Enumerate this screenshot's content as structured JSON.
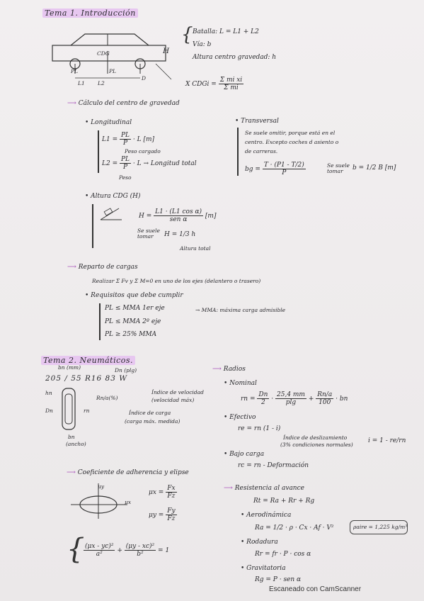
{
  "tema1": {
    "title": "Tema 1. Introducción",
    "car_labels": {
      "cdg": "CDG",
      "h": "H",
      "pl1": "PL",
      "pl2": "PL",
      "l1": "L1",
      "l2": "L2",
      "d": "D"
    },
    "defs": [
      "Batalla: L = L1 + L2",
      "Vía: b",
      "Altura centro gravedad: h"
    ],
    "xcdg_lhs": "X CDGi =",
    "xcdg_num": "Σ mi xi",
    "xcdg_den": "Σ mi",
    "calculo": "Cálculo del centro de gravedad",
    "longitudinal": {
      "label": "• Longitudinal",
      "l1_lhs": "L1 =",
      "l1_num": "PL",
      "l1_den": "P",
      "l1_rhs": "· L [m]",
      "l2_lhs": "L2 =",
      "l2_num": "PL",
      "l2_den": "P",
      "l2_rhs": "· L → Longitud total",
      "note_peso_cargado": "Peso cargado",
      "note_peso": "Peso"
    },
    "transversal": {
      "label": "• Transversal",
      "note": [
        "Se suele omitir, porque está en el",
        "centro. Excepto coches d asiento o",
        "de carreras."
      ],
      "formula_lhs": "bg =",
      "formula_num": "T · (P1 - T/2)",
      "formula_den": "P",
      "se_suele": "Se suele tomar",
      "result": "b = 1/2 B [m]"
    },
    "altura": {
      "label": "• Altura CDG (H)",
      "formula_lhs": "H =",
      "formula_num": "L1 · (L1 cos α)",
      "formula_den": "sen α",
      "unit": "[m]",
      "se_suele": "Se suele tomar",
      "result": "H = 1/3 h",
      "note": "Altura total"
    },
    "reparto": {
      "label": "Reparto de cargas",
      "line": "Realizar Σ Fv y Σ M=0 en uno de los ejes (delantero o trasero)",
      "req_label": "• Requisitos que debe cumplir",
      "req1": "PL ≤ MMA 1er eje",
      "req2": "PL ≤ MMA 2º eje",
      "req3": "PL ≥ 25% MMA",
      "mma_note": "→ MMA: máxima carga admisible"
    }
  },
  "tema2": {
    "title": "Tema 2. Neumáticos.",
    "tire_code": "205 / 55 R16 83 W",
    "labels": {
      "bn_mm": "bn (mm)",
      "dn_plg": "Dn (plg)",
      "rn_pct": "Rn/a(%)",
      "indice_vel": "Índice de velocidad",
      "vel_max": "(velocidad máx)",
      "indice_carga": "Índice de carga",
      "carga_max": "(carga máx. medida)",
      "hn": "hn",
      "dn": "Dn",
      "rn": "rn",
      "bn": "bn",
      "ancho": "(ancho)"
    },
    "radios": {
      "label": "Radios",
      "nominal": "• Nominal",
      "rn_lhs": "rn =",
      "rn_f1_num": "Dn",
      "rn_f1_den": "2",
      "rn_f2_num": "25,4 mm",
      "rn_f2_den": "plg",
      "rn_f3_num": "Rn/a",
      "rn_f3_den": "100",
      "rn_tail": "· bn",
      "efectivo": "• Efectivo",
      "re": "re = rn (1 - i)",
      "ind_desl": "Índice de deslizamiento",
      "cond_norm": "(3% condiciones normales)",
      "i_formula": "i = 1 - re/rn",
      "bajo_carga": "• Bajo carga",
      "rc": "rc = rn - Deformación"
    },
    "coef": {
      "label": "Coeficiente de adherencia y elipse",
      "uy": "μy",
      "ux": "μx",
      "ux_lhs": "μx =",
      "ux_num": "Fx",
      "ux_den": "Fz",
      "uy_lhs": "μy =",
      "uy_num": "Fy",
      "uy_den": "Fz",
      "ellipse_a_num": "(μx - yc)²",
      "ellipse_a_den": "a²",
      "ellipse_b_num": "(μy - xc)²",
      "ellipse_b_den": "b²",
      "ellipse_eq": "= 1"
    },
    "resistencia": {
      "label": "Resistencia al avance",
      "total": "Rt = Ra + Rr + Rg",
      "aero_label": "• Aerodinámica",
      "aero": "Ra = 1/2 · ρ · Cx · Af · V²",
      "rho_box": "ρaire = 1,225 kg/m³",
      "rod_label": "• Rodadura",
      "rod": "Rr = fr · P · cos α",
      "grav_label": "• Gravitatoria",
      "grav": "Rg = P · sen α"
    }
  },
  "footer": {
    "scanner": "Escaneado con CamScanner"
  },
  "colors": {
    "highlight": "#e7c7f0",
    "arrow": "#b46bc2",
    "ink": "#2a2a2e"
  }
}
